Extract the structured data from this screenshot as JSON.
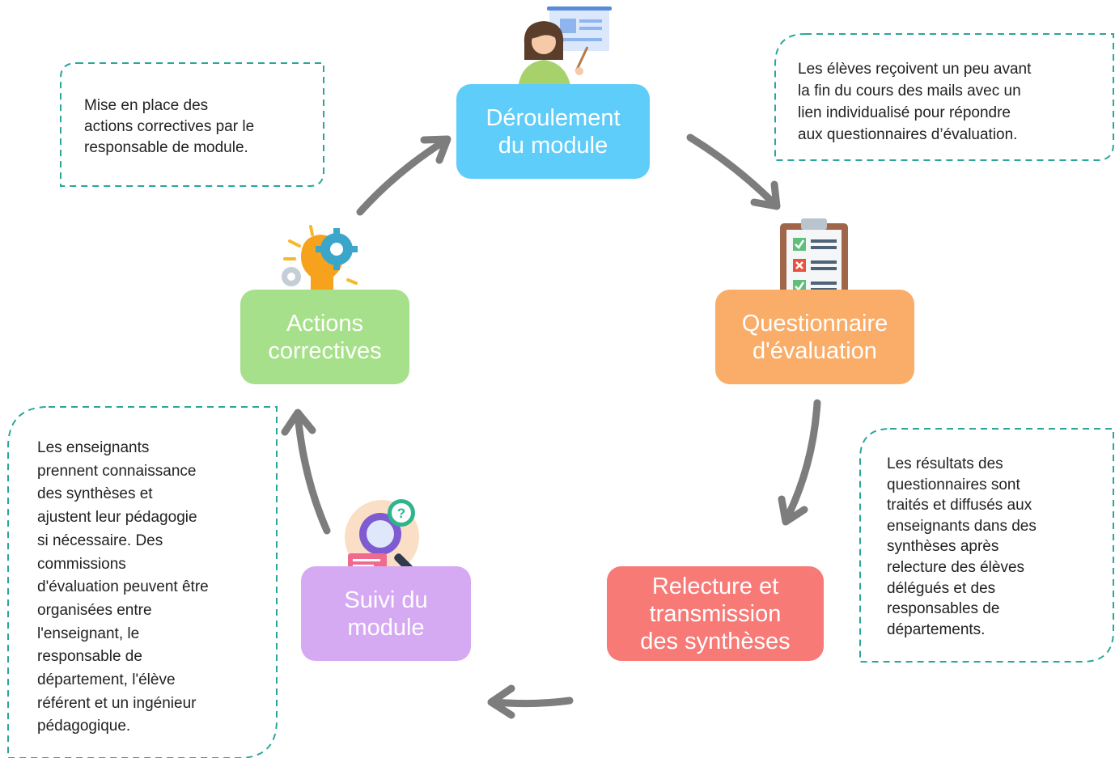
{
  "colors": {
    "deroulement": "#5ecdf9",
    "questionnaire": "#f9ad69",
    "relecture": "#f77a77",
    "suivi": "#d6a9f3",
    "actions": "#a6e08a",
    "arrow": "#7d7d7d",
    "dash": "#2aa69a"
  },
  "nodes": {
    "deroulement": {
      "line1": "Déroulement",
      "line2": "du module",
      "icon": "teacher-presentation-icon"
    },
    "questionnaire": {
      "line1": "Questionnaire",
      "line2": "d'évaluation",
      "icon": "checklist-clipboard-icon"
    },
    "relecture": {
      "line1": "Relecture et",
      "line2": "transmission",
      "line3": "des synthèses"
    },
    "suivi": {
      "line1": "Suivi du",
      "line2": "module",
      "icon": "search-question-icon"
    },
    "actions": {
      "line1": "Actions",
      "line2": "correctives",
      "icon": "lightbulb-gears-icon"
    }
  },
  "notes": {
    "top_right": [
      "Les élèves reçoivent un peu avant",
      "la fin du cours des mails avec un",
      "lien individualisé pour répondre",
      "aux questionnaires d’évaluation."
    ],
    "top_left": [
      "Mise en place des",
      "actions correctives par le",
      "responsable de module."
    ],
    "right": [
      "Les résultats des",
      "questionnaires sont",
      "traités et diffusés aux",
      "enseignants dans des",
      "synthèses après",
      "relecture des élèves",
      "délégués et des",
      "responsables de",
      "départements."
    ],
    "left": [
      "Les enseignants",
      "prennent connaissance",
      "des synthèses et",
      "ajustent leur pédagogie",
      "si nécessaire. Des",
      "commissions",
      "d'évaluation peuvent être",
      "organisées entre",
      "l'enseignant, le",
      "responsable de",
      "département, l'élève",
      "référent et un ingénieur",
      "pédagogique."
    ]
  }
}
